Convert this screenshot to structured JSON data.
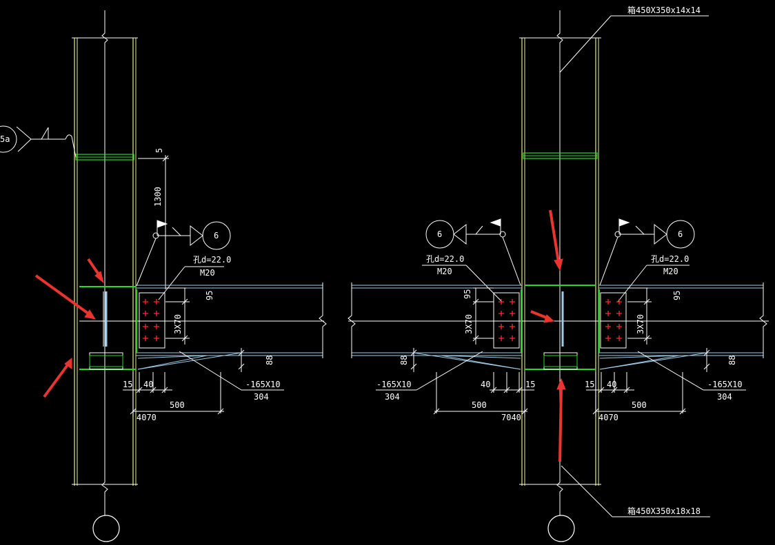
{
  "colors": {
    "background": "#000000",
    "line": "#ffffff",
    "column_edge": "#e6f08a",
    "weld_green": "#22dd22",
    "bolt_red": "#ff2a2a",
    "arrow_red": "#e8352f",
    "beam_flange": "#9ecbe8"
  },
  "left_detail": {
    "weld_symbol_circle": "5a",
    "weld_size": "5",
    "column_height": "1300",
    "weld_callout": "6",
    "hole_label": "孔d=22.0",
    "bolt_label": "M20",
    "edge_top": "95",
    "bolt_spacing": "3X70",
    "flange_depth": "88",
    "plate_label": "-165X10",
    "plate_length": "304",
    "dim_15": "15",
    "dim_40": "40",
    "dim_500": "500",
    "dim_4070": "4070"
  },
  "right_detail": {
    "top_section": "箱450X350x14x14",
    "bottom_section": "箱450X350x18x18",
    "left_weld_callout": "6",
    "right_weld_callout": "6",
    "left_hole_label": "孔d=22.0",
    "left_bolt_label": "M20",
    "right_hole_label": "孔d=22.0",
    "right_bolt_label": "M20",
    "left_edge_top": "95",
    "right_edge_top": "95",
    "left_bolt_spacing": "3X70",
    "right_bolt_spacing": "3X70",
    "left_flange_depth": "88",
    "right_flange_depth": "88",
    "left_plate_label": "-165X10",
    "left_plate_length": "304",
    "right_plate_label": "-165X10",
    "right_plate_length": "304",
    "left_dim_40": "40",
    "left_dim_15": "15",
    "left_dim_500": "500",
    "left_dim_7040": "7040",
    "right_dim_15": "15",
    "right_dim_40": "40",
    "right_dim_500": "500",
    "right_dim_4070": "4070"
  }
}
